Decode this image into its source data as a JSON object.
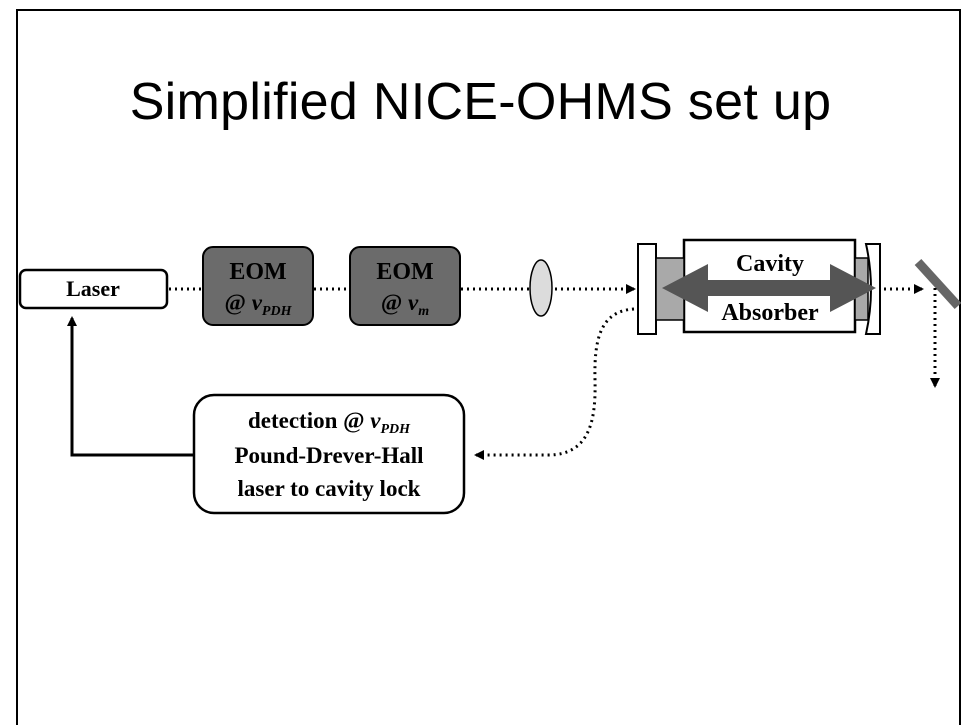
{
  "slide": {
    "title": "Simplified NICE-OHMS set up"
  },
  "diagram": {
    "laser_label": "Laser",
    "eom1": {
      "line1": "EOM",
      "line2_prefix": "@ ",
      "symbol": "ν",
      "subscript": "PDH"
    },
    "eom2": {
      "line1": "EOM",
      "line2_prefix": "@ ",
      "symbol": "ν",
      "subscript": "m"
    },
    "cavity_label": "Cavity",
    "absorber_label": "Absorber",
    "detection": {
      "line1_prefix": "detection @ ",
      "symbol": "ν",
      "subscript": "PDH",
      "line2": "Pound-Drever-Hall",
      "line3": "laser to cavity lock"
    }
  },
  "colors": {
    "eom_fill": "#6b6b6b",
    "cavity_mirror_fill": "#a9a9a9",
    "arrow_gray": "#555555",
    "lens_fill": "#dcdcdc",
    "steering_mirror": "#666666"
  }
}
